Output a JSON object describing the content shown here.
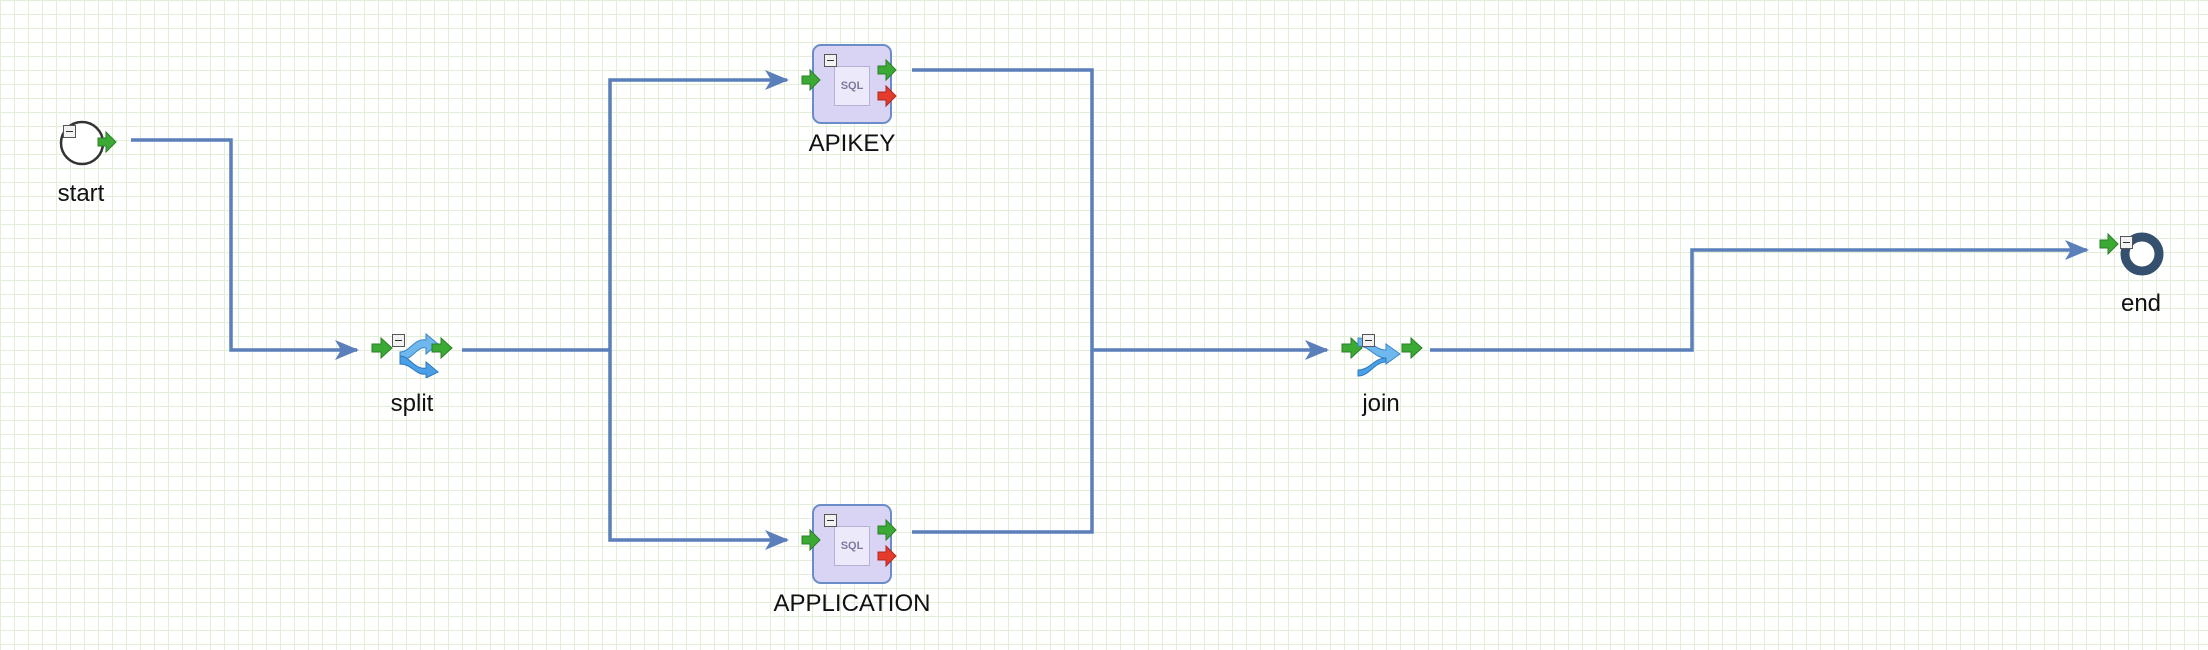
{
  "diagram": {
    "nodes": {
      "start": {
        "label": "start",
        "type": "start-event"
      },
      "split": {
        "label": "split",
        "type": "split-gateway"
      },
      "apikey": {
        "label": "APIKEY",
        "type": "sql-task",
        "icon_text": "SQL"
      },
      "application": {
        "label": "APPLICATION",
        "type": "sql-task",
        "icon_text": "SQL"
      },
      "join": {
        "label": "join",
        "type": "join-gateway"
      },
      "end": {
        "label": "end",
        "type": "end-event"
      }
    },
    "edges": [
      {
        "from": "start",
        "to": "split"
      },
      {
        "from": "split",
        "to": "apikey"
      },
      {
        "from": "split",
        "to": "application"
      },
      {
        "from": "apikey",
        "to": "join"
      },
      {
        "from": "application",
        "to": "join"
      },
      {
        "from": "join",
        "to": "end"
      }
    ],
    "colors": {
      "connector": "#5b7fbb",
      "grid": "#e3eed8",
      "success_port": "#3aaa35",
      "error_port": "#e53b2c",
      "sql_task_fill": "#d9d4f4",
      "end_ring": "#34506e"
    }
  }
}
